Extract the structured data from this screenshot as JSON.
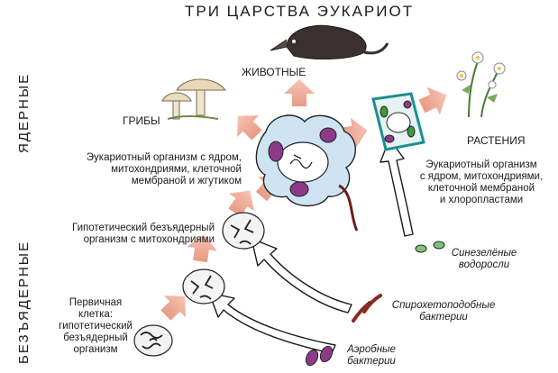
{
  "title": "ТРИ ЦАРСТВА ЭУКАРИОТ",
  "side_labels": {
    "nuclear": "ЯДЕРНЫЕ",
    "non_nuclear": "БЕЗЪЯДЕРНЫЕ"
  },
  "kingdoms": {
    "fungi": "ГРИБЫ",
    "animals": "ЖИВОТНЫЕ",
    "plants": "РАСТЕНИЯ"
  },
  "descriptions": {
    "eukaryote_flagellum": [
      "Эукариотный организм с ядром,",
      "митохондриями, клеточной",
      "мембраной и жгутиком"
    ],
    "eukaryote_chloroplast": [
      "Эукариотный организм",
      "с ядром, митохондриями,",
      "клеточной мембраной",
      "и хлоропластами"
    ],
    "hypothetical": [
      "Гипотетический безъядерный",
      "организм с митохондриями"
    ],
    "primary": [
      "Первичная",
      "клетка:",
      "гипотетический",
      "безъядерный",
      "организм"
    ]
  },
  "sources": {
    "cyanobacteria": [
      "Синезелёные",
      "водоросли"
    ],
    "spirochete": [
      "Спирохетоподобные",
      "бактерии"
    ],
    "aerobic": [
      "Аэробные",
      "бактерии"
    ]
  }
}
